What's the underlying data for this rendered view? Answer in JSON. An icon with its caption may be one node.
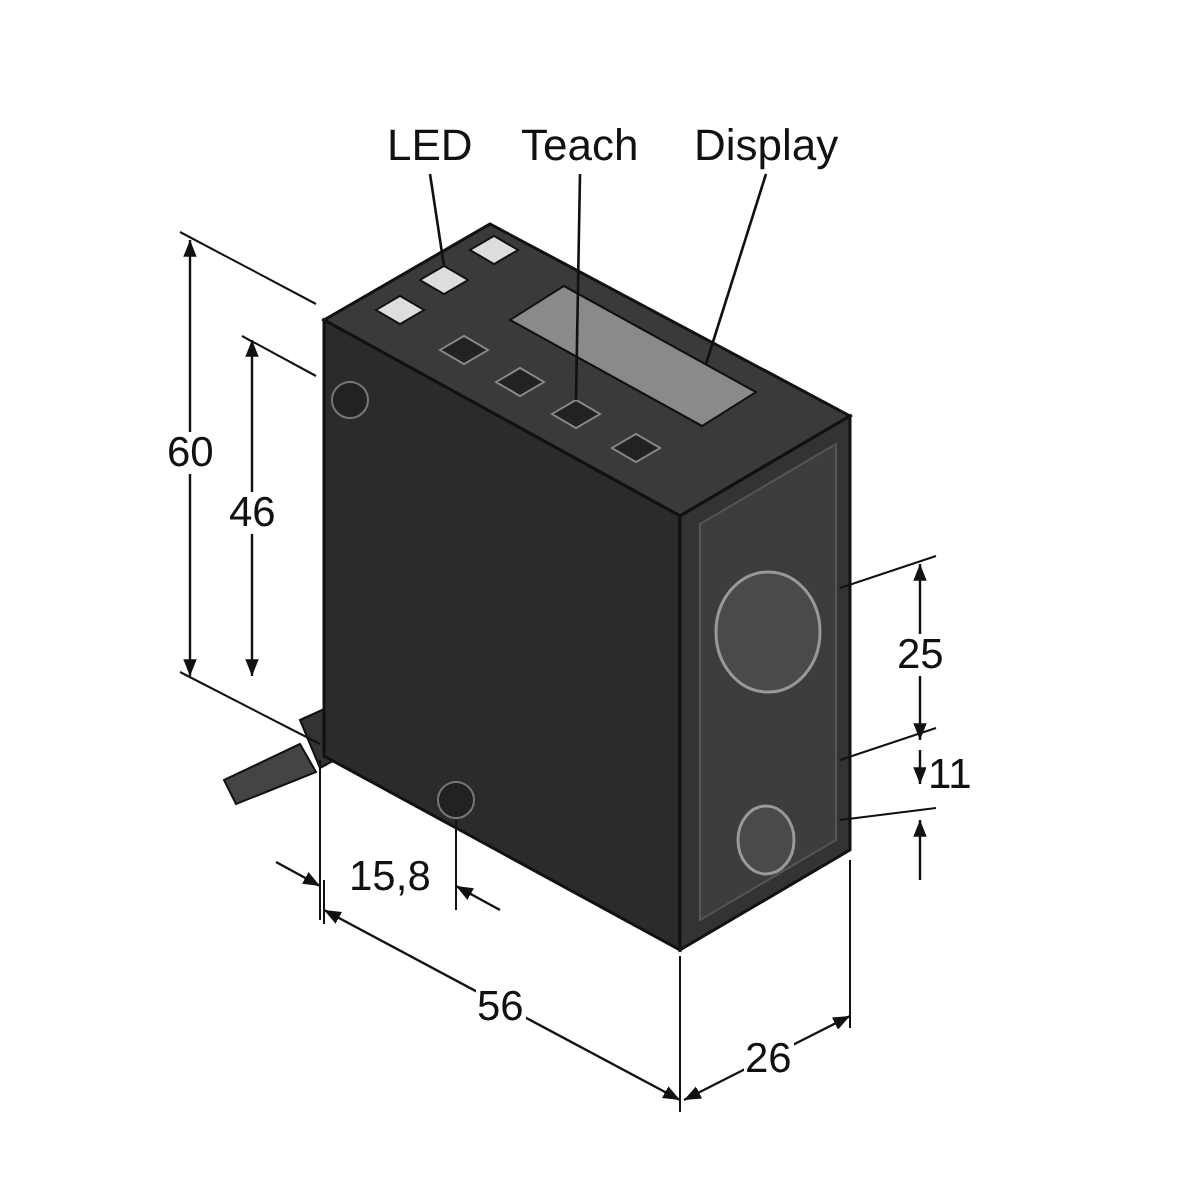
{
  "diagram": {
    "nodes": [
      {
        "text": [
          "LED"
        ]
      },
      {
        "text": [
          "Teach"
        ]
      },
      {
        "text": [
          "Display"
        ]
      },
      {
        "text": [],
        "shape": "diamond"
      },
      {
        "text": [],
        "shape": "diamond"
      },
      {
        "text": [],
        "shape": "box"
      }
    ],
    "edges": [
      {
        "from": 0,
        "to": 3,
        "arrow": "none"
      },
      {
        "from": 1,
        "to": 4,
        "arrow": "none"
      },
      {
        "from": 2,
        "to": 5,
        "arrow": "none"
      }
    ],
    "labels": [
      "60",
      "46",
      "25",
      "11",
      "15,8",
      "56",
      "26"
    ]
  }
}
